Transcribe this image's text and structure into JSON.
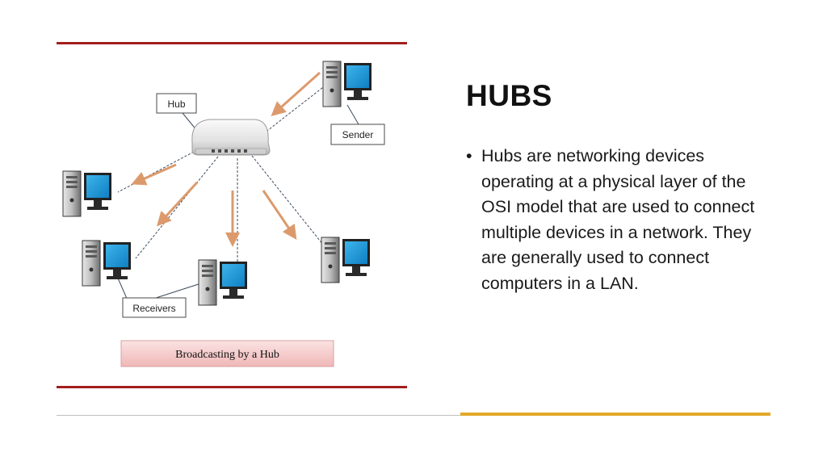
{
  "slide": {
    "title": "HUBS",
    "bullet_symbol": "•",
    "body": "Hubs are networking devices operating at a physical layer of the OSI model that are used to connect multiple devices in a network. They are generally used to connect computers in a LAN."
  },
  "diagram": {
    "labels": {
      "hub": "Hub",
      "sender": "Sender",
      "receivers": "Receivers"
    },
    "caption": "Broadcasting by a Hub",
    "colors": {
      "frame_red": "#a31e1e",
      "arrow": "#dc9a6c",
      "monitor_screen": "#1d9bd8",
      "caption_fill": "#f4c6c6",
      "footer_accent": "#e3a92a"
    }
  }
}
